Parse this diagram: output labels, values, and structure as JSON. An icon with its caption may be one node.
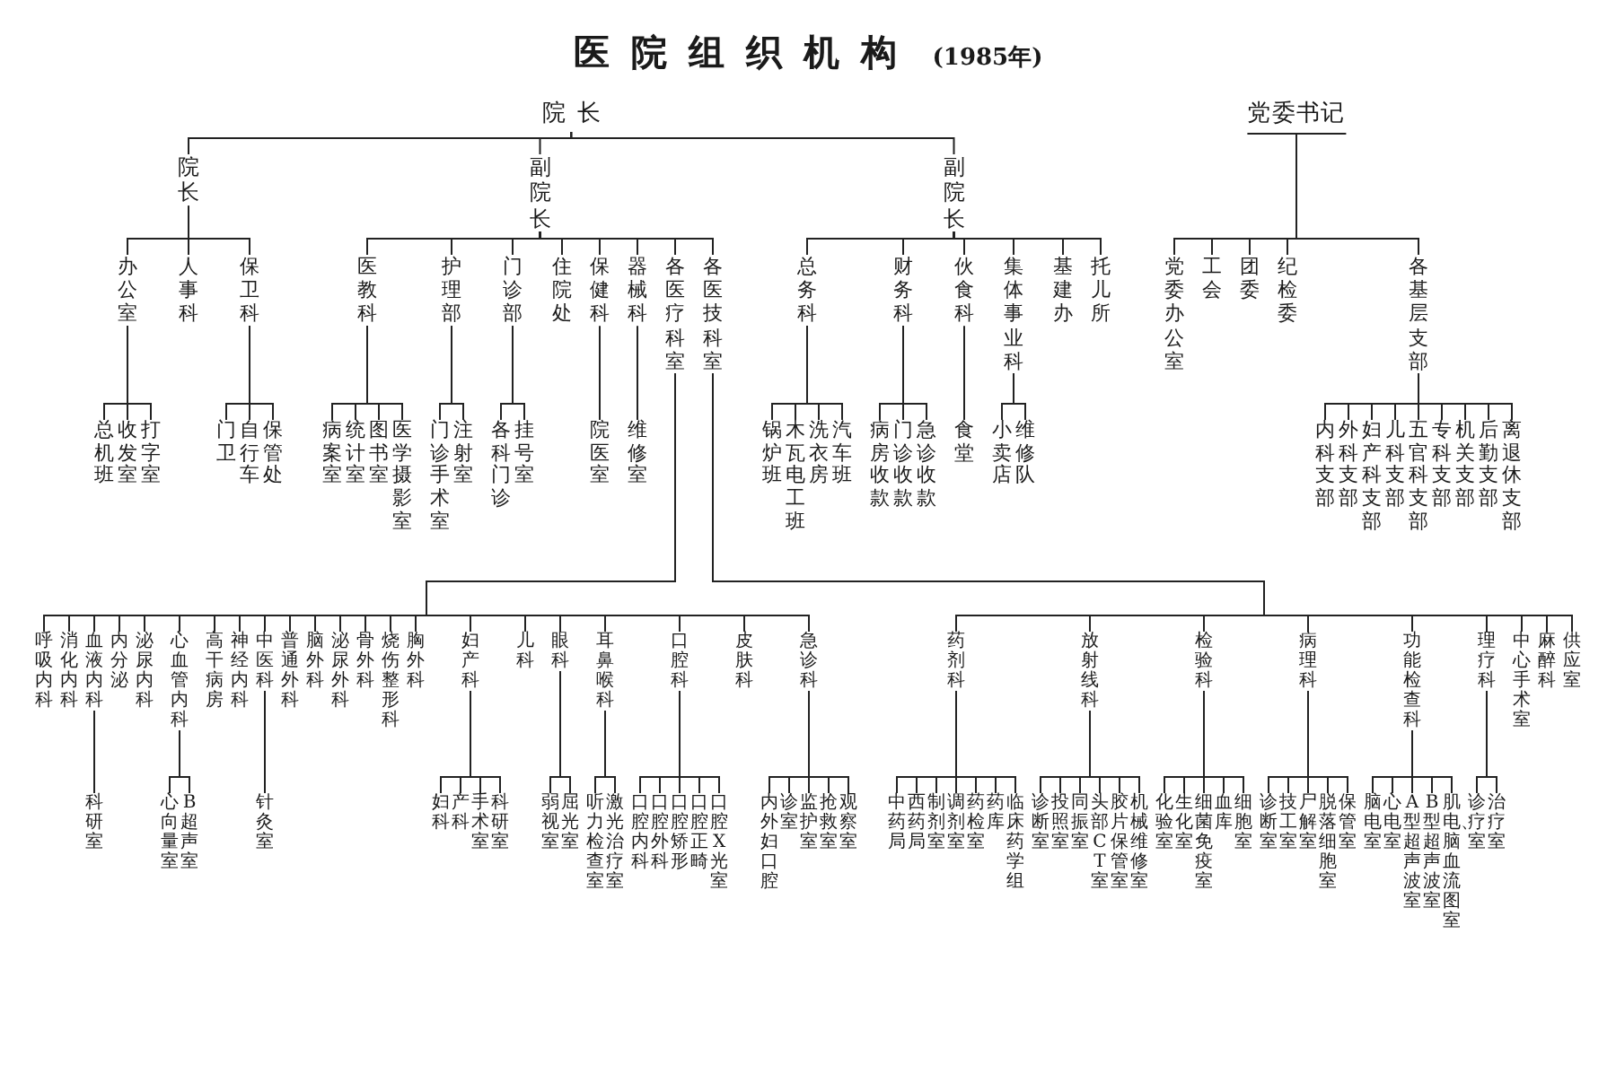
{
  "diagram": {
    "title": "医院组织机构",
    "labels": [
      "(1985年)"
    ],
    "nodes": [
      {
        "text": [
          "院长"
        ]
      },
      {
        "text": [
          "党委书记"
        ]
      },
      {
        "text": [
          "院长"
        ]
      },
      {
        "text": [
          "副院长"
        ]
      },
      {
        "text": [
          "副院长"
        ]
      },
      {
        "text": [
          "办公室"
        ]
      },
      {
        "text": [
          "人事科"
        ]
      },
      {
        "text": [
          "保卫科"
        ]
      },
      {
        "text": [
          "医教科"
        ]
      },
      {
        "text": [
          "护理部"
        ]
      },
      {
        "text": [
          "门诊部"
        ]
      },
      {
        "text": [
          "住院处"
        ]
      },
      {
        "text": [
          "保健科"
        ]
      },
      {
        "text": [
          "器械科"
        ]
      },
      {
        "text": [
          "各医疗科室"
        ]
      },
      {
        "text": [
          "各医技科室"
        ]
      },
      {
        "text": [
          "总务科"
        ]
      },
      {
        "text": [
          "财务科"
        ]
      },
      {
        "text": [
          "伙食科"
        ]
      },
      {
        "text": [
          "集体事业科"
        ]
      },
      {
        "text": [
          "基建办"
        ]
      },
      {
        "text": [
          "托儿所"
        ]
      },
      {
        "text": [
          "党委办公室"
        ]
      },
      {
        "text": [
          "工会"
        ]
      },
      {
        "text": [
          "团委"
        ]
      },
      {
        "text": [
          "纪检委"
        ]
      },
      {
        "text": [
          "各基层支部"
        ]
      },
      {
        "text": [
          "总机班"
        ]
      },
      {
        "text": [
          "收发室"
        ]
      },
      {
        "text": [
          "打字室"
        ]
      },
      {
        "text": [
          "门卫"
        ]
      },
      {
        "text": [
          "自行车"
        ]
      },
      {
        "text": [
          "保管处"
        ]
      },
      {
        "text": [
          "病案室"
        ]
      },
      {
        "text": [
          "统计室"
        ]
      },
      {
        "text": [
          "图书室"
        ]
      },
      {
        "text": [
          "医学摄影室"
        ]
      },
      {
        "text": [
          "门诊手术室"
        ]
      },
      {
        "text": [
          "注射室"
        ]
      },
      {
        "text": [
          "各科门诊"
        ]
      },
      {
        "text": [
          "挂号室"
        ]
      },
      {
        "text": [
          "院医室"
        ]
      },
      {
        "text": [
          "维修室"
        ]
      },
      {
        "text": [
          "锅炉班"
        ]
      },
      {
        "text": [
          "木瓦电工班"
        ]
      },
      {
        "text": [
          "洗衣房"
        ]
      },
      {
        "text": [
          "汽车班"
        ]
      },
      {
        "text": [
          "病房收款"
        ]
      },
      {
        "text": [
          "门诊收款"
        ]
      },
      {
        "text": [
          "急诊收款"
        ]
      },
      {
        "text": [
          "食堂"
        ]
      },
      {
        "text": [
          "小卖店"
        ]
      },
      {
        "text": [
          "维修队"
        ]
      },
      {
        "text": [
          "内科支部"
        ]
      },
      {
        "text": [
          "外科支部"
        ]
      },
      {
        "text": [
          "妇产科支部"
        ]
      },
      {
        "text": [
          "儿科支部"
        ]
      },
      {
        "text": [
          "五官科支部"
        ]
      },
      {
        "text": [
          "专科支部"
        ]
      },
      {
        "text": [
          "机关支部"
        ]
      },
      {
        "text": [
          "后勤支部"
        ]
      },
      {
        "text": [
          "离退休支部"
        ]
      },
      {
        "text": [
          "呼吸内科"
        ]
      },
      {
        "text": [
          "消化内科"
        ]
      },
      {
        "text": [
          "血液内科"
        ]
      },
      {
        "text": [
          "内分泌"
        ]
      },
      {
        "text": [
          "泌尿内科"
        ]
      },
      {
        "text": [
          "心血管内科"
        ]
      },
      {
        "text": [
          "高干病房"
        ]
      },
      {
        "text": [
          "神经内科"
        ]
      },
      {
        "text": [
          "中医科"
        ]
      },
      {
        "text": [
          "普通外科"
        ]
      },
      {
        "text": [
          "脑外科"
        ]
      },
      {
        "text": [
          "泌尿外科"
        ]
      },
      {
        "text": [
          "骨外科"
        ]
      },
      {
        "text": [
          "烧伤整形科"
        ]
      },
      {
        "text": [
          "胸外科"
        ]
      },
      {
        "text": [
          "妇产科"
        ]
      },
      {
        "text": [
          "儿科"
        ]
      },
      {
        "text": [
          "眼科"
        ]
      },
      {
        "text": [
          "耳鼻喉科"
        ]
      },
      {
        "text": [
          "口腔科"
        ]
      },
      {
        "text": [
          "皮肤科"
        ]
      },
      {
        "text": [
          "急诊科"
        ]
      },
      {
        "text": [
          "药剂科"
        ]
      },
      {
        "text": [
          "放射线科"
        ]
      },
      {
        "text": [
          "检验科"
        ]
      },
      {
        "text": [
          "病理科"
        ]
      },
      {
        "text": [
          "功能检查科"
        ]
      },
      {
        "text": [
          "理疗科"
        ]
      },
      {
        "text": [
          "中心手术室"
        ]
      },
      {
        "text": [
          "麻醉科"
        ]
      },
      {
        "text": [
          "供应室"
        ]
      },
      {
        "text": [
          "科研室"
        ]
      },
      {
        "text": [
          "心向量室"
        ]
      },
      {
        "text": [
          "B超声室"
        ]
      },
      {
        "text": [
          "针灸室"
        ]
      },
      {
        "text": [
          "妇科"
        ]
      },
      {
        "text": [
          "产科"
        ]
      },
      {
        "text": [
          "手术室"
        ]
      },
      {
        "text": [
          "科研室"
        ]
      },
      {
        "text": [
          "弱视室"
        ]
      },
      {
        "text": [
          "屈光室"
        ]
      },
      {
        "text": [
          "听力检查室"
        ]
      },
      {
        "text": [
          "激光治疗室"
        ]
      },
      {
        "text": [
          "口腔内科"
        ]
      },
      {
        "text": [
          "口腔外科"
        ]
      },
      {
        "text": [
          "口腔矫形"
        ]
      },
      {
        "text": [
          "口腔正畸"
        ]
      },
      {
        "text": [
          "口腔X光室"
        ]
      },
      {
        "text": [
          "内外妇口腔"
        ]
      },
      {
        "text": [
          "诊室"
        ]
      },
      {
        "text": [
          "监护室"
        ]
      },
      {
        "text": [
          "抢救室"
        ]
      },
      {
        "text": [
          "观察室"
        ]
      },
      {
        "text": [
          "中药局"
        ]
      },
      {
        "text": [
          "西药局"
        ]
      },
      {
        "text": [
          "制剂室"
        ]
      },
      {
        "text": [
          "调剂室"
        ]
      },
      {
        "text": [
          "药检室"
        ]
      },
      {
        "text": [
          "药库"
        ]
      },
      {
        "text": [
          "临床药学组"
        ]
      },
      {
        "text": [
          "诊断室"
        ]
      },
      {
        "text": [
          "投照室"
        ]
      },
      {
        "text": [
          "同振室"
        ]
      },
      {
        "text": [
          "头部CT室"
        ]
      },
      {
        "text": [
          "胶片保管室"
        ]
      },
      {
        "text": [
          "机械维修室"
        ]
      },
      {
        "text": [
          "化验室"
        ]
      },
      {
        "text": [
          "生化室"
        ]
      },
      {
        "text": [
          "细菌免疫室"
        ]
      },
      {
        "text": [
          "血库"
        ]
      },
      {
        "text": [
          "细胞室"
        ]
      },
      {
        "text": [
          "诊断室"
        ]
      },
      {
        "text": [
          "技工室"
        ]
      },
      {
        "text": [
          "尸解室"
        ]
      },
      {
        "text": [
          "脱落细胞室"
        ]
      },
      {
        "text": [
          "保管室"
        ]
      },
      {
        "text": [
          "脑电室"
        ]
      },
      {
        "text": [
          "心电室"
        ]
      },
      {
        "text": [
          "A型超声波室"
        ]
      },
      {
        "text": [
          "B型超声波室"
        ]
      },
      {
        "text": [
          "肌电、脑血流图室"
        ]
      },
      {
        "text": [
          "诊疗室"
        ]
      },
      {
        "text": [
          "治疗室"
        ]
      }
    ],
    "edges": [
      {
        "from": 0,
        "to": 2,
        "arrow": "none"
      },
      {
        "from": 0,
        "to": 3,
        "arrow": "none"
      },
      {
        "from": 0,
        "to": 4,
        "arrow": "none"
      },
      {
        "from": 2,
        "to": 5,
        "arrow": "none"
      },
      {
        "from": 2,
        "to": 6,
        "arrow": "none"
      },
      {
        "from": 2,
        "to": 7,
        "arrow": "none"
      },
      {
        "from": 3,
        "to": 8,
        "arrow": "none"
      },
      {
        "from": 3,
        "to": 9,
        "arrow": "none"
      },
      {
        "from": 3,
        "to": 10,
        "arrow": "none"
      },
      {
        "from": 3,
        "to": 11,
        "arrow": "none"
      },
      {
        "from": 3,
        "to": 12,
        "arrow": "none"
      },
      {
        "from": 3,
        "to": 13,
        "arrow": "none"
      },
      {
        "from": 3,
        "to": 14,
        "arrow": "none"
      },
      {
        "from": 3,
        "to": 15,
        "arrow": "none"
      },
      {
        "from": 4,
        "to": 16,
        "arrow": "none"
      },
      {
        "from": 4,
        "to": 17,
        "arrow": "none"
      },
      {
        "from": 4,
        "to": 18,
        "arrow": "none"
      },
      {
        "from": 4,
        "to": 19,
        "arrow": "none"
      },
      {
        "from": 4,
        "to": 20,
        "arrow": "none"
      },
      {
        "from": 4,
        "to": 21,
        "arrow": "none"
      },
      {
        "from": 1,
        "to": 22,
        "arrow": "none"
      },
      {
        "from": 1,
        "to": 23,
        "arrow": "none"
      },
      {
        "from": 1,
        "to": 24,
        "arrow": "none"
      },
      {
        "from": 1,
        "to": 25,
        "arrow": "none"
      },
      {
        "from": 1,
        "to": 26,
        "arrow": "none"
      },
      {
        "from": 5,
        "to": 27,
        "arrow": "none"
      },
      {
        "from": 5,
        "to": 28,
        "arrow": "none"
      },
      {
        "from": 5,
        "to": 29,
        "arrow": "none"
      },
      {
        "from": 7,
        "to": 30,
        "arrow": "none"
      },
      {
        "from": 7,
        "to": 31,
        "arrow": "none"
      },
      {
        "from": 7,
        "to": 32,
        "arrow": "none"
      },
      {
        "from": 8,
        "to": 33,
        "arrow": "none"
      },
      {
        "from": 8,
        "to": 34,
        "arrow": "none"
      },
      {
        "from": 8,
        "to": 35,
        "arrow": "none"
      },
      {
        "from": 8,
        "to": 36,
        "arrow": "none"
      },
      {
        "from": 9,
        "to": 37,
        "arrow": "none"
      },
      {
        "from": 9,
        "to": 38,
        "arrow": "none"
      },
      {
        "from": 10,
        "to": 39,
        "arrow": "none"
      },
      {
        "from": 10,
        "to": 40,
        "arrow": "none"
      },
      {
        "from": 12,
        "to": 41,
        "arrow": "none"
      },
      {
        "from": 13,
        "to": 42,
        "arrow": "none"
      },
      {
        "from": 16,
        "to": 43,
        "arrow": "none"
      },
      {
        "from": 16,
        "to": 44,
        "arrow": "none"
      },
      {
        "from": 16,
        "to": 45,
        "arrow": "none"
      },
      {
        "from": 16,
        "to": 46,
        "arrow": "none"
      },
      {
        "from": 17,
        "to": 47,
        "arrow": "none"
      },
      {
        "from": 17,
        "to": 48,
        "arrow": "none"
      },
      {
        "from": 17,
        "to": 49,
        "arrow": "none"
      },
      {
        "from": 18,
        "to": 50,
        "arrow": "none"
      },
      {
        "from": 19,
        "to": 51,
        "arrow": "none"
      },
      {
        "from": 19,
        "to": 52,
        "arrow": "none"
      },
      {
        "from": 26,
        "to": 53,
        "arrow": "none"
      },
      {
        "from": 26,
        "to": 54,
        "arrow": "none"
      },
      {
        "from": 26,
        "to": 55,
        "arrow": "none"
      },
      {
        "from": 26,
        "to": 56,
        "arrow": "none"
      },
      {
        "from": 26,
        "to": 57,
        "arrow": "none"
      },
      {
        "from": 26,
        "to": 58,
        "arrow": "none"
      },
      {
        "from": 26,
        "to": 59,
        "arrow": "none"
      },
      {
        "from": 26,
        "to": 60,
        "arrow": "none"
      },
      {
        "from": 26,
        "to": 61,
        "arrow": "none"
      },
      {
        "from": 14,
        "to": 62,
        "arrow": "none"
      },
      {
        "from": 14,
        "to": 63,
        "arrow": "none"
      },
      {
        "from": 14,
        "to": 64,
        "arrow": "none"
      },
      {
        "from": 14,
        "to": 65,
        "arrow": "none"
      },
      {
        "from": 14,
        "to": 66,
        "arrow": "none"
      },
      {
        "from": 14,
        "to": 67,
        "arrow": "none"
      },
      {
        "from": 14,
        "to": 68,
        "arrow": "none"
      },
      {
        "from": 14,
        "to": 69,
        "arrow": "none"
      },
      {
        "from": 14,
        "to": 70,
        "arrow": "none"
      },
      {
        "from": 14,
        "to": 71,
        "arrow": "none"
      },
      {
        "from": 14,
        "to": 72,
        "arrow": "none"
      },
      {
        "from": 14,
        "to": 73,
        "arrow": "none"
      },
      {
        "from": 14,
        "to": 74,
        "arrow": "none"
      },
      {
        "from": 14,
        "to": 75,
        "arrow": "none"
      },
      {
        "from": 14,
        "to": 76,
        "arrow": "none"
      },
      {
        "from": 14,
        "to": 77,
        "arrow": "none"
      },
      {
        "from": 14,
        "to": 78,
        "arrow": "none"
      },
      {
        "from": 14,
        "to": 79,
        "arrow": "none"
      },
      {
        "from": 14,
        "to": 80,
        "arrow": "none"
      },
      {
        "from": 14,
        "to": 81,
        "arrow": "none"
      },
      {
        "from": 14,
        "to": 82,
        "arrow": "none"
      },
      {
        "from": 14,
        "to": 83,
        "arrow": "none"
      },
      {
        "from": 15,
        "to": 84,
        "arrow": "none"
      },
      {
        "from": 15,
        "to": 85,
        "arrow": "none"
      },
      {
        "from": 15,
        "to": 86,
        "arrow": "none"
      },
      {
        "from": 15,
        "to": 87,
        "arrow": "none"
      },
      {
        "from": 15,
        "to": 88,
        "arrow": "none"
      },
      {
        "from": 15,
        "to": 89,
        "arrow": "none"
      },
      {
        "from": 15,
        "to": 90,
        "arrow": "none"
      },
      {
        "from": 15,
        "to": 91,
        "arrow": "none"
      },
      {
        "from": 15,
        "to": 92,
        "arrow": "none"
      },
      {
        "from": 64,
        "to": 93,
        "arrow": "none"
      },
      {
        "from": 67,
        "to": 94,
        "arrow": "none"
      },
      {
        "from": 67,
        "to": 95,
        "arrow": "none"
      },
      {
        "from": 70,
        "to": 96,
        "arrow": "none"
      },
      {
        "from": 77,
        "to": 97,
        "arrow": "none"
      },
      {
        "from": 77,
        "to": 98,
        "arrow": "none"
      },
      {
        "from": 77,
        "to": 99,
        "arrow": "none"
      },
      {
        "from": 77,
        "to": 100,
        "arrow": "none"
      },
      {
        "from": 79,
        "to": 101,
        "arrow": "none"
      },
      {
        "from": 79,
        "to": 102,
        "arrow": "none"
      },
      {
        "from": 80,
        "to": 103,
        "arrow": "none"
      },
      {
        "from": 80,
        "to": 104,
        "arrow": "none"
      },
      {
        "from": 81,
        "to": 105,
        "arrow": "none"
      },
      {
        "from": 81,
        "to": 106,
        "arrow": "none"
      },
      {
        "from": 81,
        "to": 107,
        "arrow": "none"
      },
      {
        "from": 81,
        "to": 108,
        "arrow": "none"
      },
      {
        "from": 81,
        "to": 109,
        "arrow": "none"
      },
      {
        "from": 83,
        "to": 110,
        "arrow": "none"
      },
      {
        "from": 83,
        "to": 111,
        "arrow": "none"
      },
      {
        "from": 83,
        "to": 112,
        "arrow": "none"
      },
      {
        "from": 83,
        "to": 113,
        "arrow": "none"
      },
      {
        "from": 83,
        "to": 114,
        "arrow": "none"
      },
      {
        "from": 84,
        "to": 115,
        "arrow": "none"
      },
      {
        "from": 84,
        "to": 116,
        "arrow": "none"
      },
      {
        "from": 84,
        "to": 117,
        "arrow": "none"
      },
      {
        "from": 84,
        "to": 118,
        "arrow": "none"
      },
      {
        "from": 84,
        "to": 119,
        "arrow": "none"
      },
      {
        "from": 84,
        "to": 120,
        "arrow": "none"
      },
      {
        "from": 84,
        "to": 121,
        "arrow": "none"
      },
      {
        "from": 85,
        "to": 122,
        "arrow": "none"
      },
      {
        "from": 85,
        "to": 123,
        "arrow": "none"
      },
      {
        "from": 85,
        "to": 124,
        "arrow": "none"
      },
      {
        "from": 85,
        "to": 125,
        "arrow": "none"
      },
      {
        "from": 85,
        "to": 126,
        "arrow": "none"
      },
      {
        "from": 85,
        "to": 127,
        "arrow": "none"
      },
      {
        "from": 86,
        "to": 128,
        "arrow": "none"
      },
      {
        "from": 86,
        "to": 129,
        "arrow": "none"
      },
      {
        "from": 86,
        "to": 130,
        "arrow": "none"
      },
      {
        "from": 86,
        "to": 131,
        "arrow": "none"
      },
      {
        "from": 86,
        "to": 132,
        "arrow": "none"
      },
      {
        "from": 87,
        "to": 133,
        "arrow": "none"
      },
      {
        "from": 87,
        "to": 134,
        "arrow": "none"
      },
      {
        "from": 87,
        "to": 135,
        "arrow": "none"
      },
      {
        "from": 87,
        "to": 136,
        "arrow": "none"
      },
      {
        "from": 87,
        "to": 137,
        "arrow": "none"
      },
      {
        "from": 88,
        "to": 138,
        "arrow": "none"
      },
      {
        "from": 88,
        "to": 139,
        "arrow": "none"
      },
      {
        "from": 88,
        "to": 140,
        "arrow": "none"
      },
      {
        "from": 88,
        "to": 141,
        "arrow": "none"
      },
      {
        "from": 88,
        "to": 142,
        "arrow": "none"
      },
      {
        "from": 89,
        "to": 143,
        "arrow": "none"
      },
      {
        "from": 89,
        "to": 144,
        "arrow": "none"
      }
    ]
  }
}
